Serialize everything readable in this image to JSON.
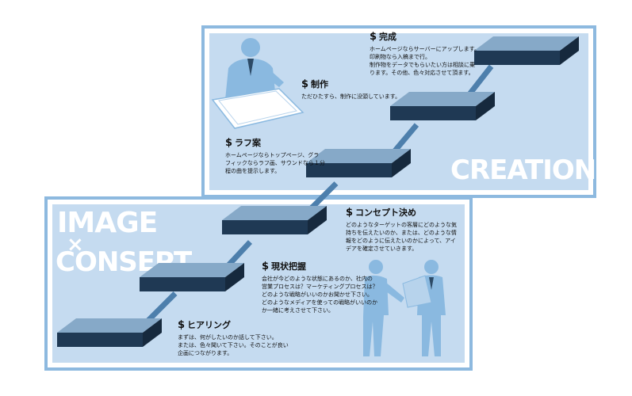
{
  "panels": {
    "creation": {
      "word": "CREATION"
    },
    "image_consept": {
      "word1": "IMAGE",
      "cross": "×",
      "word2": "CONSEPT"
    }
  },
  "steps": [
    {
      "title": "ヒアリング",
      "desc": "まずは、何がしたいのか話して下さい。\nまたは、色々聞いて下さい。そのことが良い\n企画につながります。"
    },
    {
      "title": "現状把握",
      "desc": "会社が今どのような状態にあるのか、社内の\n営業プロセスは？マーケティングプロセスは？\nどのような戦略がいいのかお聞かせ下さい。\nどのようなメディアを使っての戦略がいいのか\nか一緒に考えさせて下さい。"
    },
    {
      "title": "コンセプト決め",
      "desc": "どのようなターゲットの客層にどのような気\n持ちを伝えたいのか、または、どのような情\n報をどのように伝えたいのかによって、アイ\nデアを確定させていきます。"
    },
    {
      "title": "ラフ案",
      "desc": "ホームページならトップページ、グラ\nフィックならラフ画、サウンドなら１分\n程の曲を提示します。"
    },
    {
      "title": "制作",
      "desc": "ただひたすら、制作に没頭しています。"
    },
    {
      "title": "完成",
      "desc": "ホームページならサーバーにアップします。\n印刷物なら入稿まで行。\n制作物をデータでもらいたい方は相談に乗\nります。その他、色々対応させて頂ます。"
    }
  ],
  "colors": {
    "panel_bg": "#c5dbf0",
    "panel_border": "#8db9df",
    "step_top": "#86a9c8",
    "step_side": "#1f3954",
    "connector": "#4d7fac",
    "figure": "#8ab9e0"
  },
  "icons": {
    "step_icon": "dollar-sign-icon"
  }
}
